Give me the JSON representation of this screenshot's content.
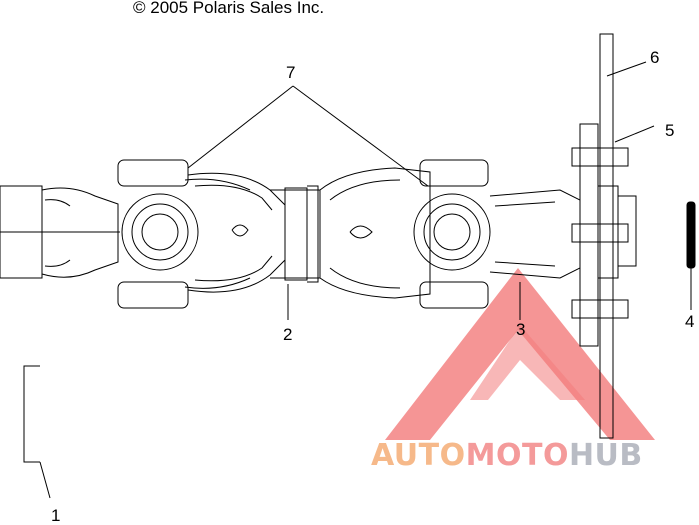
{
  "copyright": "© 2005 Polaris Sales Inc.",
  "callouts": {
    "c1": "1",
    "c2": "2",
    "c3": "3",
    "c4": "4",
    "c5": "5",
    "c6": "6",
    "c7": "7"
  },
  "watermark": {
    "part1": "AUTO",
    "part2": "MOTO",
    "part3": "HUB",
    "colors": {
      "part1": "#f6b98a",
      "part2": "#f49a9a",
      "part3": "#b9bcc4",
      "logo": "#f27b7b"
    }
  }
}
